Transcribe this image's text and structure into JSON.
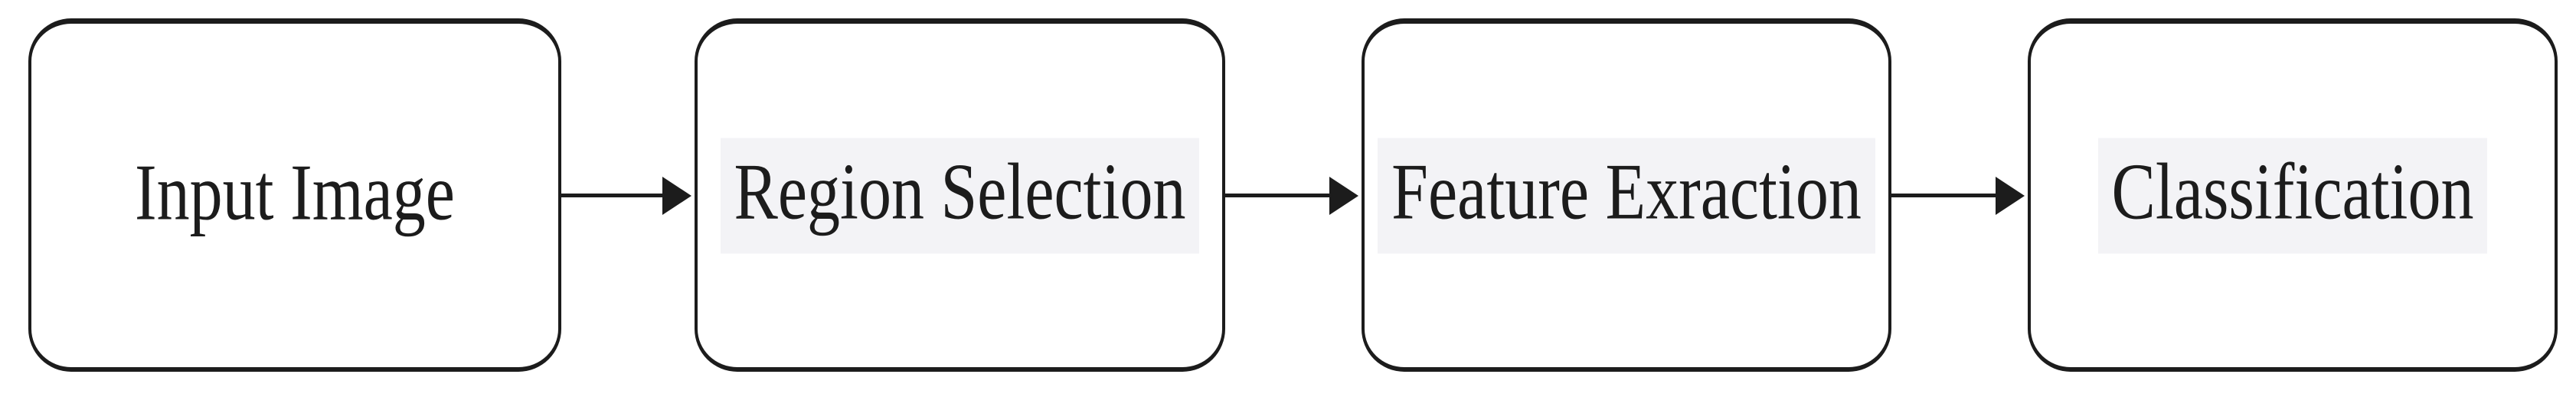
{
  "diagram": {
    "type": "flowchart",
    "direction": "left-to-right",
    "nodes": [
      {
        "id": "input-image",
        "label": "Input Image",
        "shape": "rounded-rectangle",
        "highlighted": false
      },
      {
        "id": "region-selection",
        "label": "Region Selection",
        "shape": "rounded-rectangle",
        "highlighted": true
      },
      {
        "id": "feature-exraction",
        "label": "Feature Exraction",
        "shape": "rounded-rectangle",
        "highlighted": true
      },
      {
        "id": "classification",
        "label": "Classification",
        "shape": "rounded-rectangle",
        "highlighted": true
      }
    ],
    "edges": [
      {
        "from": "input-image",
        "to": "region-selection",
        "style": "solid-arrow-right"
      },
      {
        "from": "region-selection",
        "to": "feature-exraction",
        "style": "solid-arrow-right"
      },
      {
        "from": "feature-exraction",
        "to": "classification",
        "style": "solid-arrow-right"
      }
    ],
    "colors": {
      "background": "#ffffff",
      "node_fill": "#ffffff",
      "node_border": "#1c1c1c",
      "text": "#1c1c1c",
      "label_highlight": "#f3f3f6"
    }
  }
}
